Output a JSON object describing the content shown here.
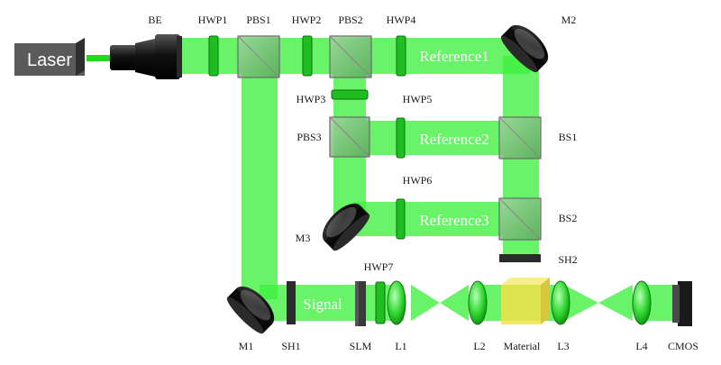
{
  "laser": {
    "label": "Laser"
  },
  "labels": {
    "be": "BE",
    "hwp1": "HWP1",
    "pbs1": "PBS1",
    "hwp2": "HWP2",
    "pbs2": "PBS2",
    "hwp4": "HWP4",
    "m2": "M2",
    "hwp3": "HWP3",
    "hwp5": "HWP5",
    "pbs3": "PBS3",
    "bs1": "BS1",
    "hwp6": "HWP6",
    "m3": "M3",
    "bs2": "BS2",
    "sh2": "SH2",
    "hwp7": "HWP7",
    "m1": "M1",
    "sh1": "SH1",
    "slm": "SLM",
    "l1": "L1",
    "l2": "L2",
    "material": "Material",
    "l3": "L3",
    "l4": "L4",
    "cmos": "CMOS"
  },
  "beams": {
    "reference1": "Reference1",
    "reference2": "Reference2",
    "reference3": "Reference3",
    "signal": "Signal"
  },
  "colors": {
    "beam": "#3ef03e",
    "beam_dark": "#20c420",
    "optic": "#1d1d1d",
    "material": "#f2e24a"
  }
}
